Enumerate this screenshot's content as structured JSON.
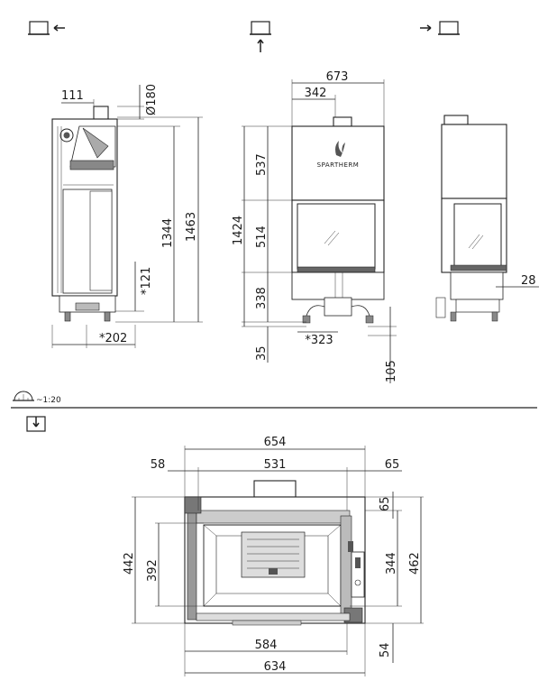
{
  "brand": "SPARTHERM",
  "scale_label": "~1:20",
  "icons": [
    "view-left-icon",
    "view-front-icon",
    "view-right-icon",
    "scale-icon",
    "top-view-icon"
  ],
  "side_view": {
    "d_111": "111",
    "d_180": "Ø180",
    "d_1344": "1344",
    "d_1463": "1463",
    "d_121": "*121",
    "d_202": "*202"
  },
  "front_view": {
    "d_673": "673",
    "d_342": "342",
    "d_537": "537",
    "d_1424": "1424",
    "d_514": "514",
    "d_338": "338",
    "d_35": "35",
    "d_323": "*323",
    "d_105": "105"
  },
  "right_view": {
    "d_28": "28"
  },
  "top_view": {
    "d_654": "654",
    "d_58": "58",
    "d_531": "531",
    "d_65a": "65",
    "d_65b": "65",
    "d_442": "442",
    "d_392": "392",
    "d_344": "344",
    "d_462": "462",
    "d_584": "584",
    "d_54": "54",
    "d_634": "634"
  }
}
